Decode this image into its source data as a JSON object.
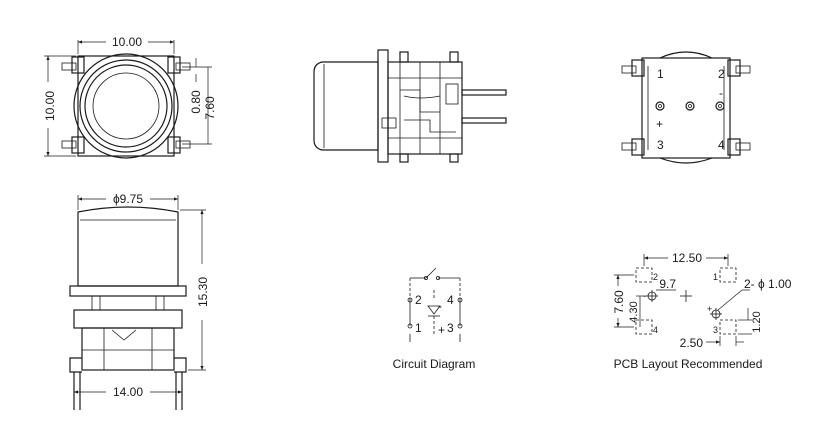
{
  "top_view": {
    "width_dim": "10.00",
    "height_dim": "10.00",
    "offset_dim": "0.80",
    "pitch_dim": "7.60"
  },
  "pin_view": {
    "pin_1": "1",
    "pin_2": "2",
    "pin_3": "3",
    "pin_4": "4",
    "plus_mark": "+",
    "minus_mark": "-"
  },
  "front_view": {
    "diameter_dim": "ϕ9.75",
    "height_dim": "15.30",
    "width_dim": "14.00"
  },
  "circuit": {
    "caption": "Circuit Diagram",
    "pin_1": "1",
    "pin_2": "2",
    "pin_3": "3",
    "pin_4": "4",
    "plus_mark": "+",
    "minus_mark": "-"
  },
  "pcb": {
    "caption": "PCB Layout Recommended",
    "width_dim": "12.50",
    "inner_dim": "9.7",
    "hole_dim": "2- ϕ 1.00",
    "height_dim": "7.60",
    "led_dim": "4.30",
    "pad_dim": "1.20",
    "pad_width_dim": "2.50",
    "pin_1": "1",
    "pin_2": "2",
    "pin_3": "3",
    "pin_4": "4",
    "plus_mark": "+",
    "minus_mark": "-"
  }
}
